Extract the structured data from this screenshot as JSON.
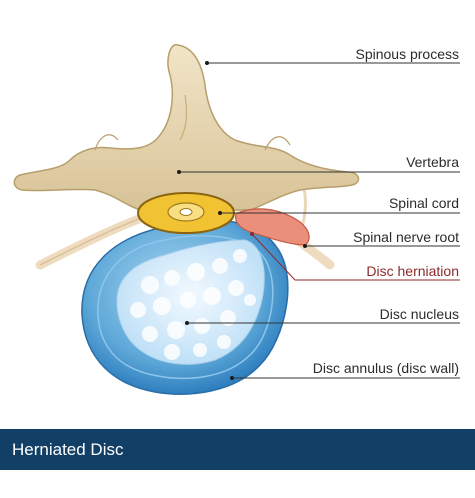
{
  "labels": {
    "spinous_process": "Spinous process",
    "vertebra": "Vertebra",
    "spinal_cord": "Spinal cord",
    "spinal_nerve_root": "Spinal nerve root",
    "disc_herniation": "Disc herniation",
    "disc_nucleus": "Disc nucleus",
    "disc_annulus": "Disc annulus (disc wall)"
  },
  "title": "Herniated Disc",
  "colors": {
    "bone": "#e8d8b3",
    "disc": "#6aaed8",
    "nucleus": "#dcefff",
    "cord": "#f1c232",
    "herniation": "#e98f7a",
    "highlight_text": "#8e2a2a",
    "title_bar": "#123f66"
  }
}
